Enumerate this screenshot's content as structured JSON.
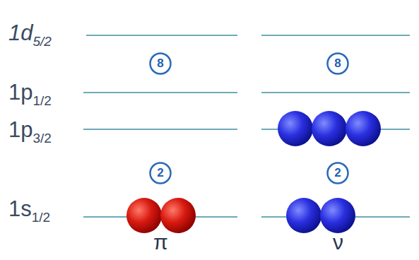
{
  "diagram": {
    "nodes": [
      {
        "text": [
          "8"
        ]
      },
      {
        "text": [
          "8"
        ]
      },
      {
        "text": [
          "2"
        ]
      },
      {
        "text": [
          "2"
        ]
      }
    ],
    "labels": [
      "1d",
      "5/2",
      "1p",
      "1/2",
      "1p",
      "3/2",
      "1s",
      "1/2",
      "π",
      "ν"
    ]
  }
}
